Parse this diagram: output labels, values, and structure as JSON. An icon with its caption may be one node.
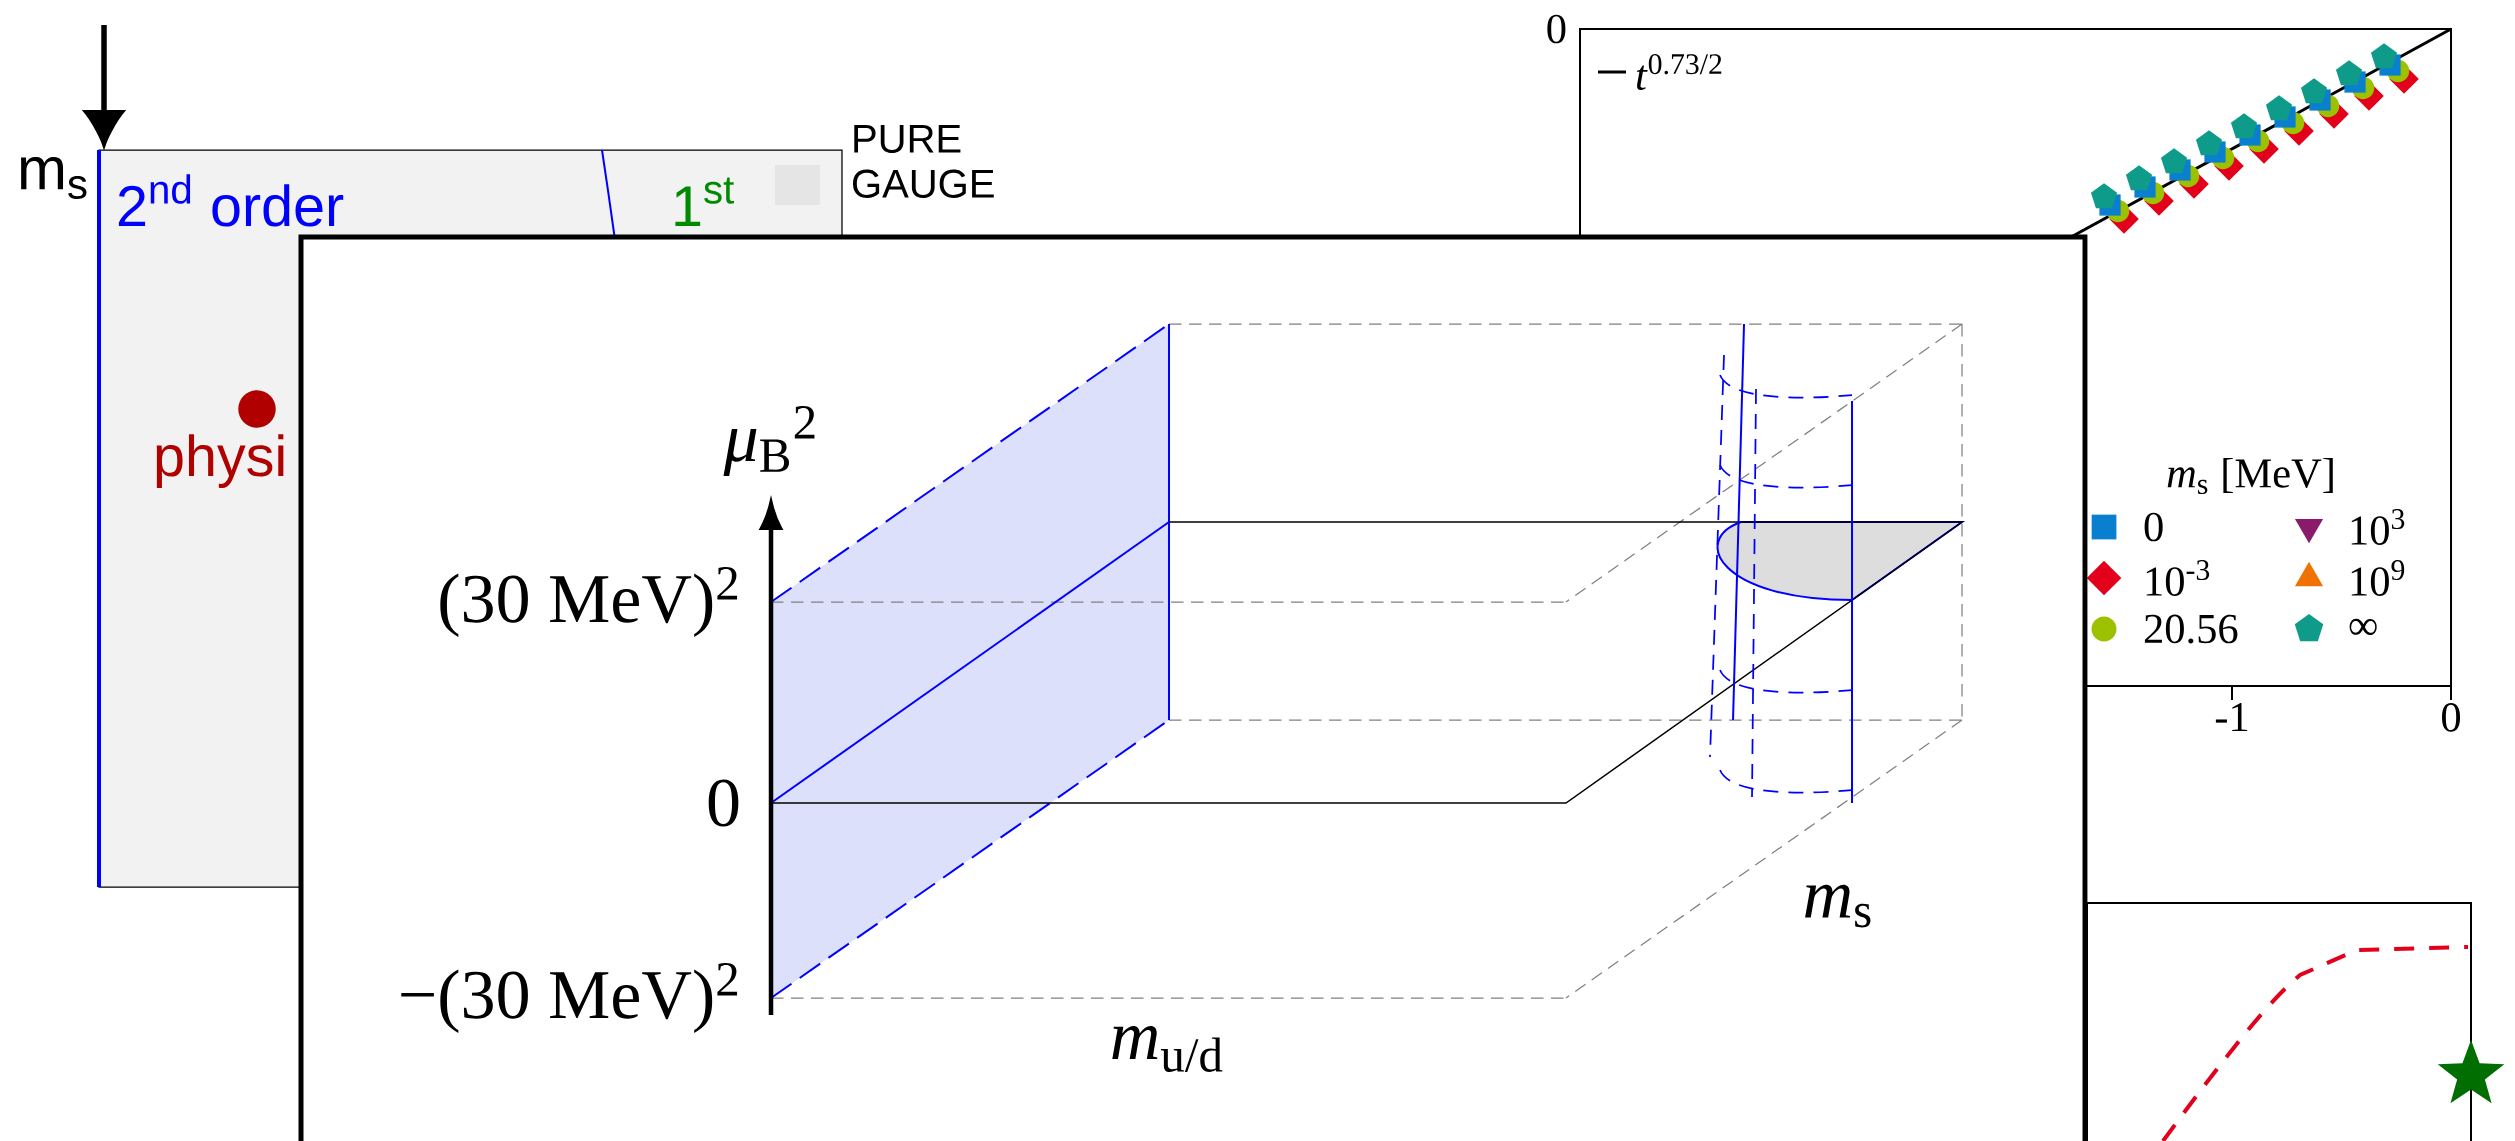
{
  "diagram": {
    "labels": [
      "m$_{s}$",
      "2$^{nd}$ order",
      "1$^{st}$",
      "PURE GAUGE",
      "physi",
      "0",
      "*m*$_{s}$ [MeV]",
      "-1",
      "0",
      "*μ*$_{B}$$^{2}$",
      "(30 MeV)$^{2}$",
      "0",
      "−(30 MeV)$^{2}$",
      "*m*$_{u/d}$",
      "*m*$_{s}$"
    ],
    "legend": [
      {
        "text": "*t*$^{0.73/2}$"
      },
      {
        "text": "0"
      },
      {
        "text": "10$^{3}$"
      },
      {
        "text": "10$^{-3}$"
      },
      {
        "text": "10$^{9}$"
      },
      {
        "text": "20.56"
      },
      {
        "text": "∞"
      }
    ]
  }
}
